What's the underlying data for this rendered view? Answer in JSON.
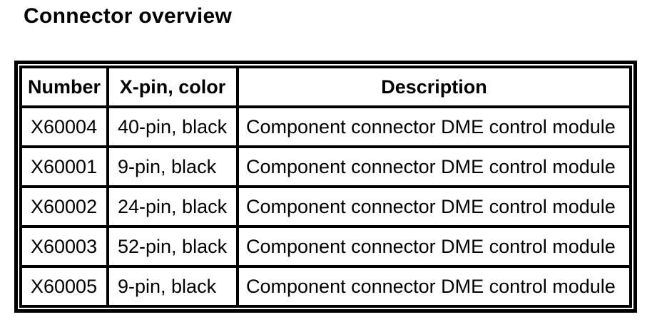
{
  "page": {
    "title": "Connector overview"
  },
  "colors": {
    "background": "#ffffff",
    "text": "#000000",
    "border": "#000000"
  },
  "table": {
    "columns": [
      "Number",
      "X-pin, color",
      "Description"
    ],
    "rows": [
      {
        "number": "X60004",
        "pin_color": "40-pin, black",
        "description": "Component connector DME control module"
      },
      {
        "number": "X60001",
        "pin_color": "9-pin, black",
        "description": "Component connector DME control module"
      },
      {
        "number": "X60002",
        "pin_color": "24-pin, black",
        "description": "Component connector DME control module"
      },
      {
        "number": "X60003",
        "pin_color": "52-pin, black",
        "description": "Component connector DME control module"
      },
      {
        "number": "X60005",
        "pin_color": "9-pin, black",
        "description": "Component connector DME control module"
      }
    ]
  }
}
